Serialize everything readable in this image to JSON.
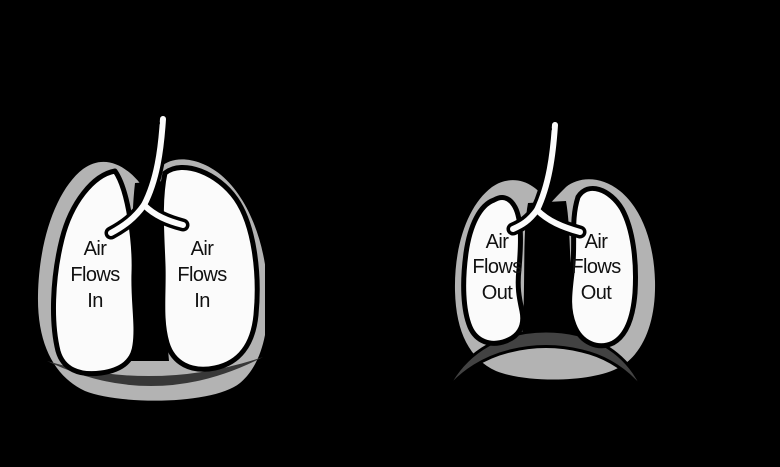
{
  "diagram_title": "Lungs air flow diagram (inhalation and exhalation)",
  "colors": {
    "background": "#000000",
    "outline": "#000000",
    "lung_fill": "#fbfbfb",
    "pleura": "#b3b3b3",
    "diaphragm_contracted": "#383838",
    "diaphragm_relaxed": "#424242",
    "label_text": "#111111"
  },
  "figures": [
    {
      "name": "inhalation-lungs",
      "left_lung_label": [
        "Air",
        "Flows",
        "In"
      ],
      "right_lung_label": [
        "Air",
        "Flows",
        "In"
      ]
    },
    {
      "name": "exhalation-lungs",
      "left_lung_label": [
        "Air",
        "Flows",
        "Out"
      ],
      "right_lung_label": [
        "Air",
        "Flows",
        "Out"
      ]
    }
  ]
}
